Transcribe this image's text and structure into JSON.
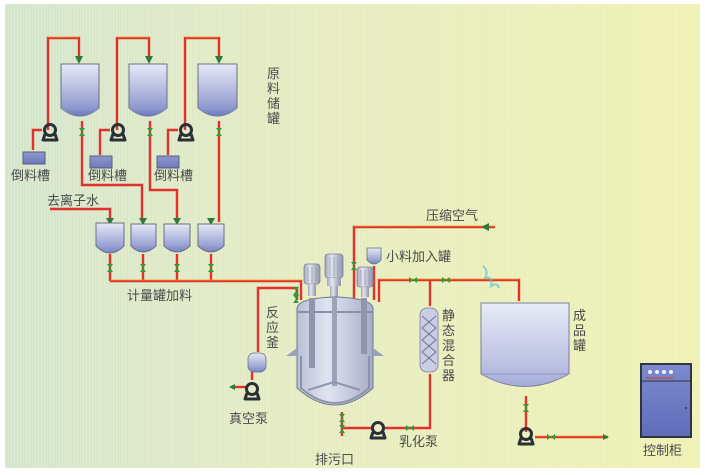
{
  "diagram": {
    "title": "Emulsification process flow",
    "labels": {
      "raw_material_tanks": "原料储罐",
      "dump_trough_1": "倒料槽",
      "dump_trough_2": "倒料槽",
      "dump_trough_3": "倒料槽",
      "deionized_water": "去离子水",
      "metering_tanks": "计量罐加料",
      "reactor": "反应釜",
      "vacuum_pump": "真空泵",
      "drain_outlet": "排污口",
      "emulsification_pump": "乳化泵",
      "static_mixer": "静态混合器",
      "compressed_air": "压缩空气",
      "small_additive_tank": "小料加入罐",
      "product_tank": "成品罐",
      "control_cabinet": "控制柜"
    },
    "colors": {
      "pipe": "#e2302a",
      "pipe_highlight": "#f2c230",
      "valve": "#2f9a3a",
      "tank_top": "#dfe3f2",
      "tank_bottom": "#7d88c4",
      "equipment_gray": "#a9afc4",
      "pump": "#2b2f36",
      "cabinet": "#6c7bc4",
      "background_left": "#d8e6c8",
      "background_right": "#eef0b4"
    }
  }
}
